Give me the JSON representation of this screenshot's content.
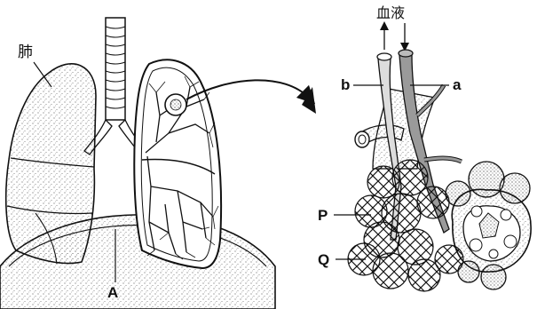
{
  "labels": {
    "lung": "肺",
    "diaphragm": "A",
    "blood": "血液",
    "vessel_b": "b",
    "vessel_a": "a",
    "alveolus_p": "P",
    "alveolus_q": "Q"
  }
}
